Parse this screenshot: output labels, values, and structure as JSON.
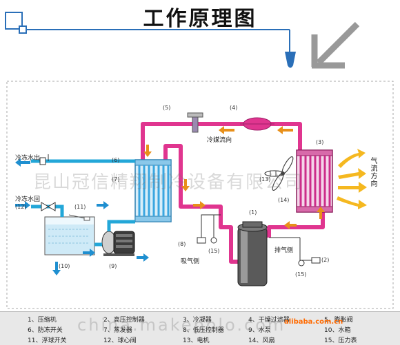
{
  "title": "工作原理图",
  "labels": {
    "water_out": "冷冻水出",
    "water_return": "冷冻水回",
    "refrigerant_flow": "冷媒流向",
    "air_flow": "气流方向",
    "suction_side": "吸气侧",
    "discharge_side": "排气侧"
  },
  "numbers": {
    "n1": "(1)",
    "n2": "(2)",
    "n3": "(3)",
    "n4": "(4)",
    "n5": "(5)",
    "n6": "(6)",
    "n7": "(7)",
    "n8": "(8)",
    "n9": "(9)",
    "n10": "(10)",
    "n11": "(11)",
    "n12": "(12)",
    "n13": "(13)",
    "n14": "(14)",
    "n15a": "(15)",
    "n15b": "(15)"
  },
  "watermark": {
    "company": "昆山冠信精翔制冷设备有限公司",
    "site": "china.makepolo.com",
    "alibaba": "alibaba.com.cn"
  },
  "legend": {
    "row1": [
      "1、压缩机",
      "2、高压控制器",
      "3、冷凝器",
      "4、干燥过滤器",
      "5、膨胀阀"
    ],
    "row2": [
      "6、防冻开关",
      "7、蒸发器",
      "8、低压控制器",
      "9、水泵",
      "10、水箱"
    ],
    "row3": [
      "11、浮球开关",
      "12、球心阀",
      "13、电机",
      "14、风扇",
      "15、压力表"
    ]
  },
  "colors": {
    "refrigerant_pipe": "#e0358f",
    "water_pipe": "#23a7d8",
    "flow_arrow": "#e8901a",
    "water_arrow": "#1f8fd0",
    "condenser": "#cc2d8a",
    "evaporator": "#3aa6e0"
  }
}
